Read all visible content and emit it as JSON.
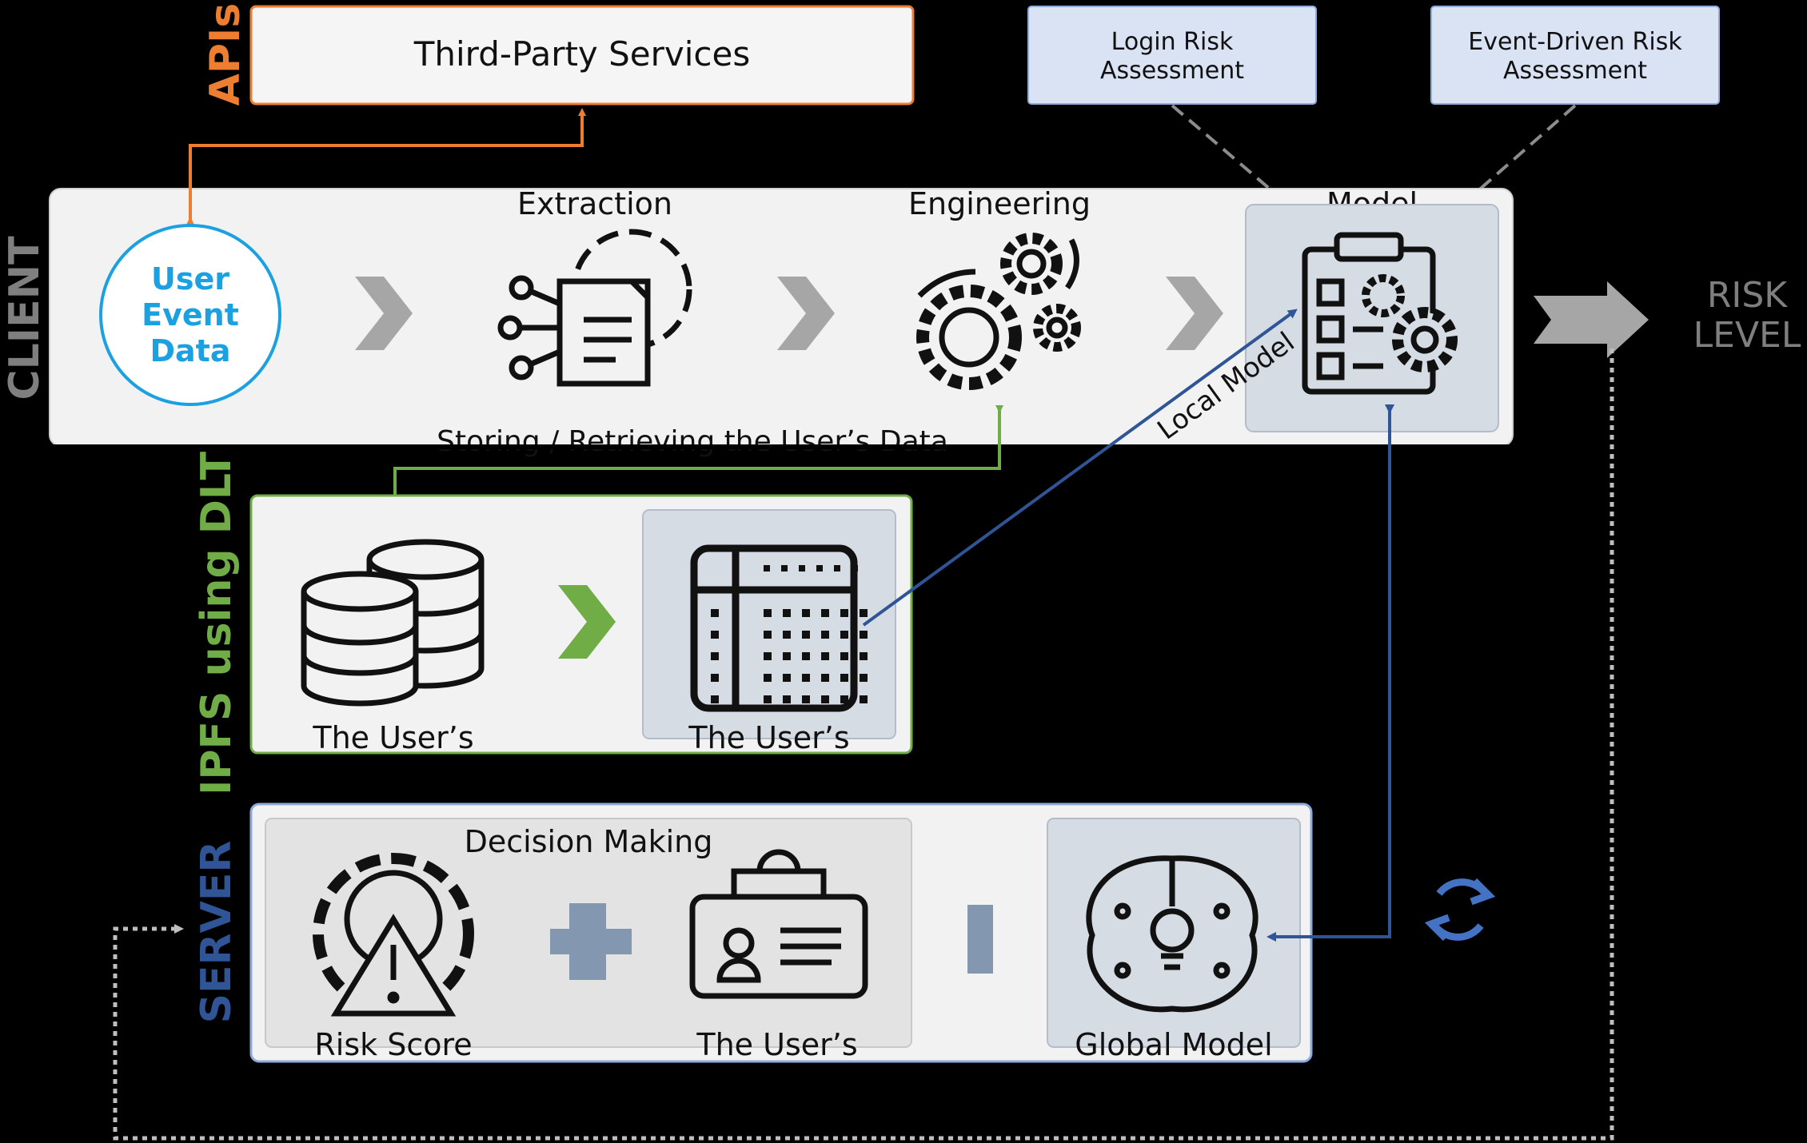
{
  "sections": {
    "apis": "APIs",
    "client": "CLIENT",
    "ipfs": "IPFS using DLT",
    "server": "SERVER"
  },
  "third_party": "Third-Party Services",
  "assessments": {
    "login": [
      "Login Risk",
      "Assessment"
    ],
    "event": [
      "Event-Driven Risk",
      "Assessment"
    ]
  },
  "client_steps": {
    "user_event": [
      "User",
      "Event",
      "Data"
    ],
    "extraction": "Extraction",
    "engineering": "Engineering",
    "model": "Model"
  },
  "risk_level": [
    "RISK",
    "LEVEL"
  ],
  "storing": "Storing / Retrieving the User’s Data",
  "local_model": "Local Model",
  "ipfs_items": {
    "left": "The User’s",
    "right": "The User’s"
  },
  "server_items": {
    "decision": "Decision Making",
    "risk_score": "Risk Score",
    "user": "The User’s",
    "global_model": "Global Model"
  },
  "colors": {
    "apis": "#ED7D31",
    "ipfs": "#70AD47",
    "server": "#2F5597",
    "client": "#7F7F7F",
    "user_event": "#1BA1E2",
    "assessment_fill": "#DAE3F3"
  }
}
